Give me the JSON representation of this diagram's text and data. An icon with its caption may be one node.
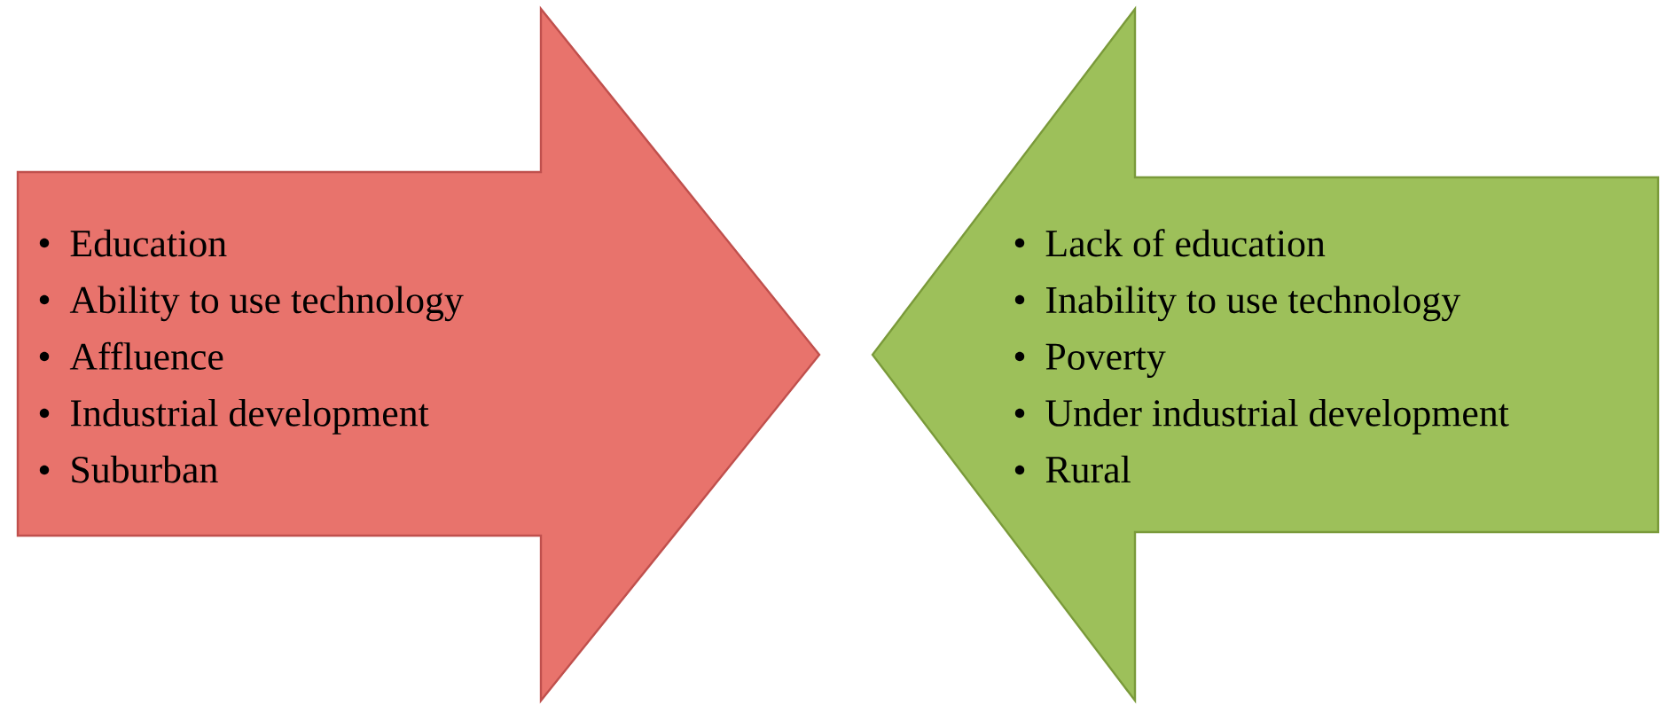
{
  "diagram": {
    "nodes": [
      {
        "text": [
          "Education",
          "Ability to use technology",
          "Affluence",
          "Industrial development",
          "Suburban"
        ]
      },
      {
        "text": [
          "Lack of education",
          "Inability to use technology",
          "Poverty",
          "Under industrial development",
          "Rural"
        ]
      }
    ]
  }
}
